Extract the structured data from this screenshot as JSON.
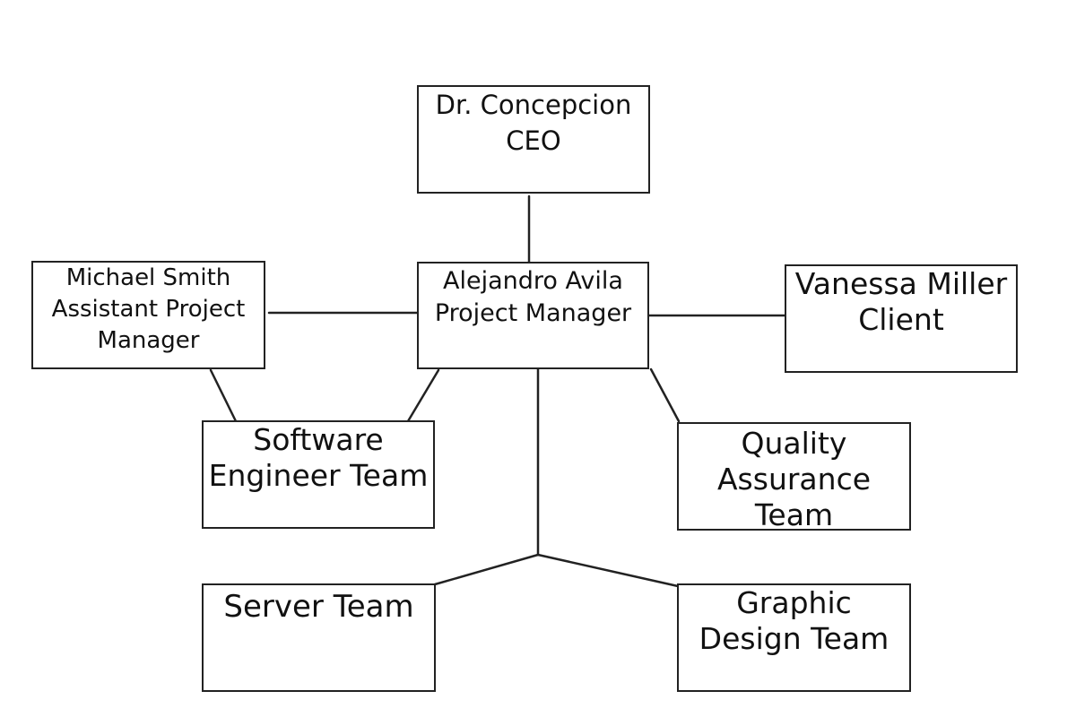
{
  "nodes": {
    "ceo": {
      "line1": "Dr. Concepcion",
      "line2": "CEO"
    },
    "project_manager": {
      "line1": "Alejandro Avila",
      "line2": "Project Manager"
    },
    "assistant_pm": {
      "line1": "Michael Smith",
      "line2": "Assistant Project",
      "line3": "Manager"
    },
    "client": {
      "line1": "Vanessa Miller",
      "line2": "Client"
    },
    "software_engineer": {
      "line1": "Software",
      "line2": "Engineer Team"
    },
    "quality_assurance": {
      "line1": "Quality",
      "line2": "Assurance",
      "line3": "Team"
    },
    "server": {
      "line1": "Server Team"
    },
    "graphic_design": {
      "line1": "Graphic",
      "line2": "Design Team"
    }
  },
  "colors": {
    "stroke": "#222222",
    "background": "#ffffff",
    "text": "#111111"
  }
}
